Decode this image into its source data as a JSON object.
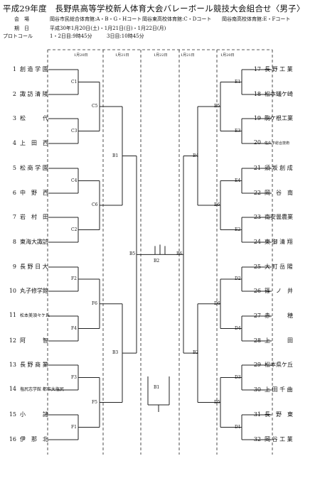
{
  "title": "平成29年度　長野県高等学校新人体育大会バレーボール競技大会組合せ〈男子〉",
  "venue": {
    "label": "会　場",
    "v1": "岡谷市民総合体育館:A・B・G・Hコート",
    "v2": "岡谷東高校体育館:C・Dコート",
    "v3": "岡谷南高校体育館:E・Fコート"
  },
  "period": {
    "label": "期　日",
    "value": "平成30年1月20日(土)・1月21日(日)・1月22日(月)"
  },
  "protocol": {
    "label": "プロトコール",
    "day12": "1・2日目:9時45分",
    "day3": "3日目:10時45分"
  },
  "day_labels": [
    "1月20日",
    "1月21日",
    "1月22日",
    "1月21日",
    "1月20日"
  ],
  "teams_left": [
    {
      "num": "1",
      "name": "創 造 学 園"
    },
    {
      "num": "2",
      "name": "諏 訪 清 陵"
    },
    {
      "num": "3",
      "name": "松　　　代"
    },
    {
      "num": "4",
      "name": "上　田　西"
    },
    {
      "num": "5",
      "name": "松 商 学 園"
    },
    {
      "num": "6",
      "name": "中　野　西"
    },
    {
      "num": "7",
      "name": "岩　村　田"
    },
    {
      "num": "8",
      "name": "東海大諏訪"
    },
    {
      "num": "9",
      "name": "長 野 日 大"
    },
    {
      "num": "10",
      "name": "丸子修学館"
    },
    {
      "num": "11",
      "name": "松本美須々ケ丘"
    },
    {
      "num": "12",
      "name": "阿　　　智"
    },
    {
      "num": "13",
      "name": "長 野 商 業"
    },
    {
      "num": "14",
      "name": "塩尻志学館 都市大塩尻"
    },
    {
      "num": "15",
      "name": "小　　　諸"
    },
    {
      "num": "16",
      "name": "伊　那　北"
    }
  ],
  "teams_right": [
    {
      "num": "17",
      "name": "長 野 工 業"
    },
    {
      "num": "18",
      "name": "松本蟻ケ崎"
    },
    {
      "num": "19",
      "name": "駒ケ根工業"
    },
    {
      "num": "20",
      "name": "佐久平総合技術"
    },
    {
      "num": "21",
      "name": "須 坂 創 成"
    },
    {
      "num": "22",
      "name": "岡　谷　南"
    },
    {
      "num": "23",
      "name": "南安曇農業"
    },
    {
      "num": "24",
      "name": "東 御 清 翔"
    },
    {
      "num": "25",
      "name": "大 町 岳 陽"
    },
    {
      "num": "26",
      "name": "篠　ノ　井"
    },
    {
      "num": "27",
      "name": "赤　　　穂"
    },
    {
      "num": "28",
      "name": "上　　　田"
    },
    {
      "num": "29",
      "name": "松本県ケ丘"
    },
    {
      "num": "30",
      "name": "上 田 千 曲"
    },
    {
      "num": "31",
      "name": "長　野　東"
    },
    {
      "num": "32",
      "name": "岡 谷 工 業"
    }
  ],
  "match_labels": {
    "left_r1": [
      "C1",
      "C3",
      "C4",
      "C2",
      "F2",
      "F4",
      "F3",
      "F1"
    ],
    "left_r2": [
      "C5",
      "C6",
      "F6",
      "F5"
    ],
    "left_r3": [
      "B1",
      "B3"
    ],
    "left_semi": "B5",
    "right_r1": [
      "E1",
      "E3",
      "E4",
      "E2",
      "D2",
      "D4",
      "D3",
      "D1"
    ],
    "right_r2": [
      "E5",
      "E6",
      "D6",
      "D5"
    ],
    "right_r3": [
      "B4",
      "B2"
    ],
    "right_semi": "B6",
    "final": "B2",
    "third": "B1"
  }
}
